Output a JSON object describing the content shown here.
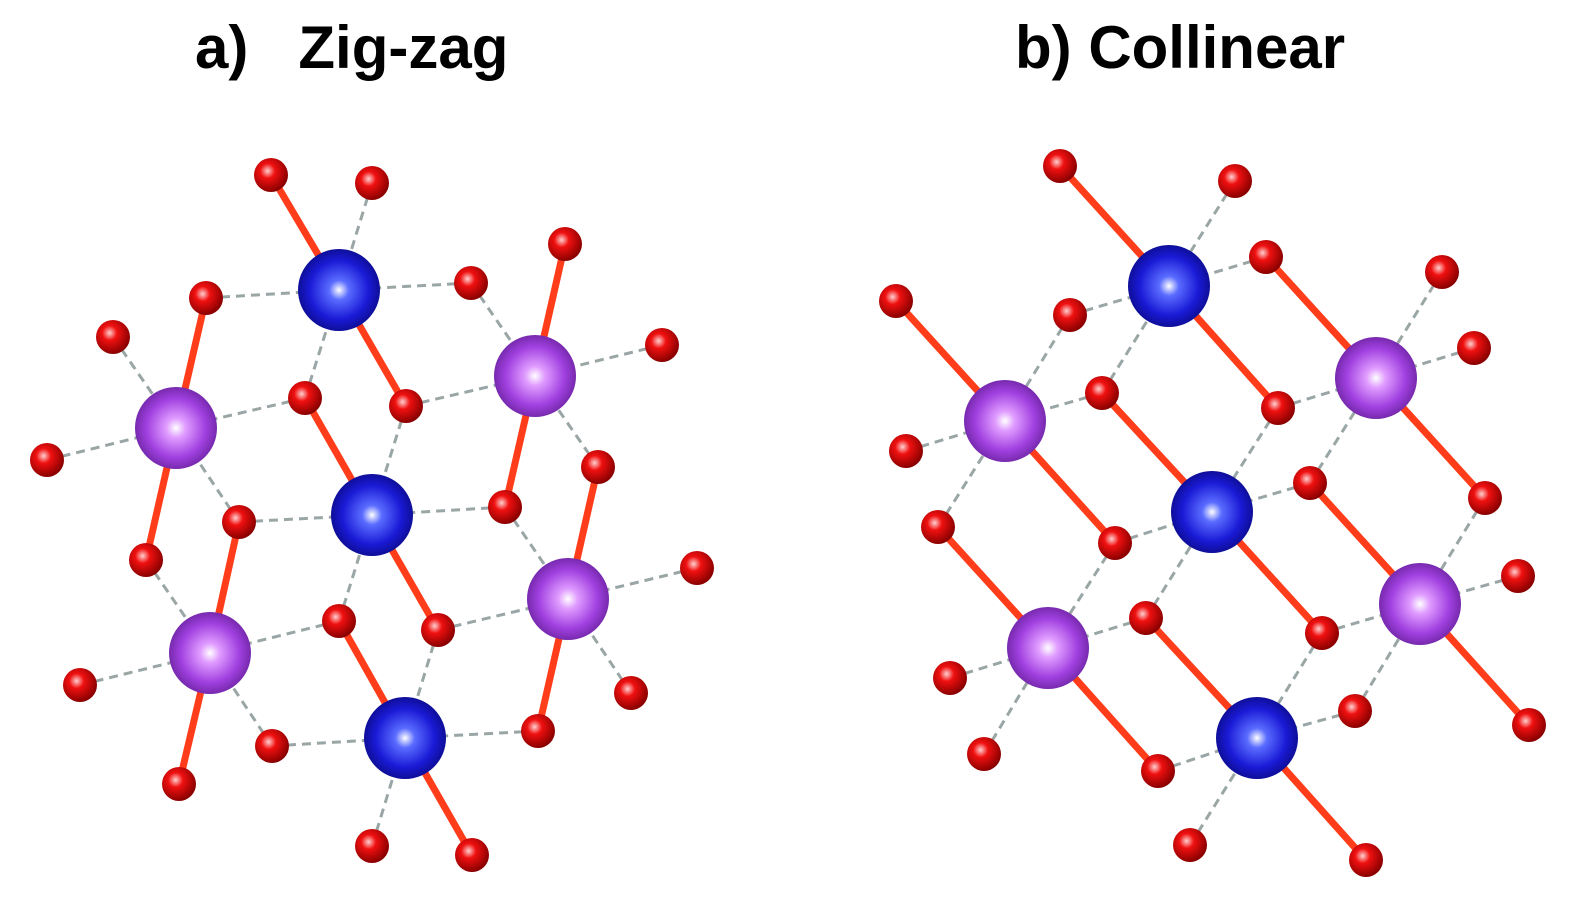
{
  "panels": [
    {
      "label": "a)",
      "title": "Zig-zag"
    },
    {
      "label": "b)",
      "title": "Collinear"
    }
  ],
  "colors": {
    "oxygen": "#e8000d",
    "metal_blue": "#1a1ad6",
    "metal_purple": "#a040e0",
    "bond_solid": "#ff3d1a",
    "bond_dashed": "#9aa6a6"
  },
  "atoms": {
    "oxygen": "oxygen-atom-icon",
    "metal_blue": "blue-metal-atom-icon",
    "metal_purple": "purple-metal-atom-icon"
  }
}
